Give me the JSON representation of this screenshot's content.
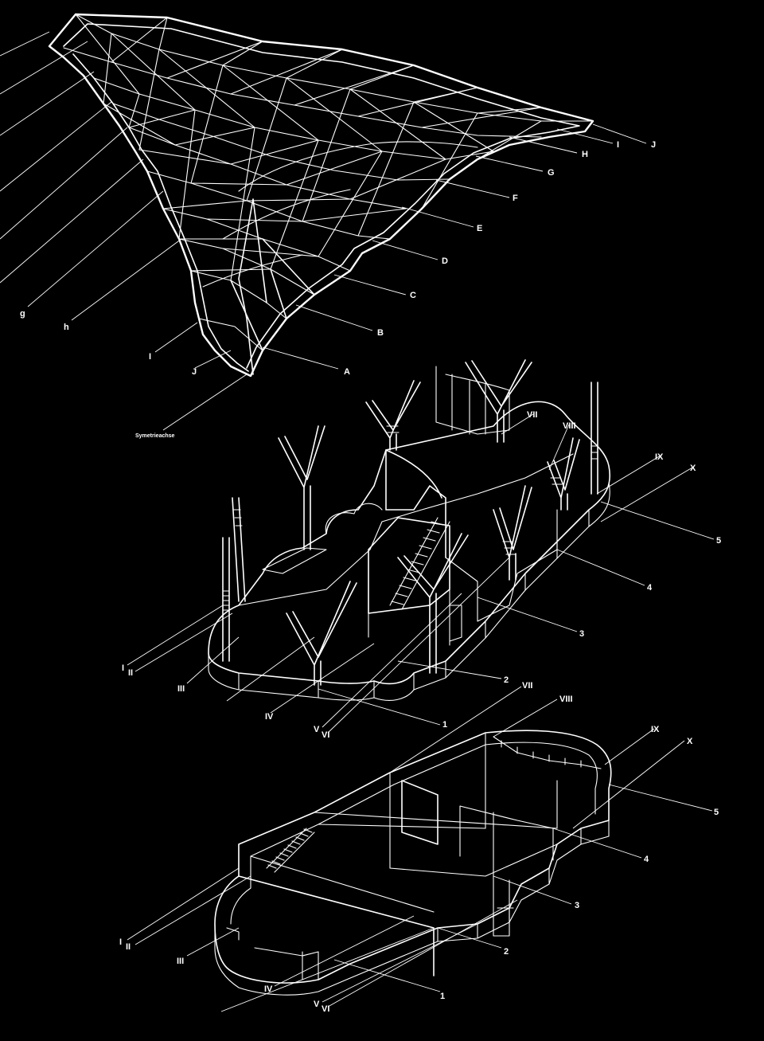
{
  "roof": {
    "grid_labels": [
      "A",
      "B",
      "C",
      "D",
      "E",
      "F",
      "G",
      "H",
      "I",
      "J"
    ],
    "edge_labels": [
      "g",
      "h",
      "I",
      "J"
    ],
    "axis_label": "Symetrieachse"
  },
  "upper_level": {
    "column_labels_left": [
      "I",
      "II",
      "III",
      "IV",
      "V",
      "VI"
    ],
    "column_labels_top": [
      "VII",
      "VIII",
      "IX",
      "X"
    ],
    "section_labels": [
      "1",
      "2",
      "3",
      "4",
      "5"
    ]
  },
  "lower_level": {
    "column_labels_left": [
      "I",
      "II",
      "III",
      "IV",
      "V",
      "VI"
    ],
    "column_labels_top": [
      "VII",
      "VIII",
      "IX",
      "X"
    ],
    "section_labels": [
      "1",
      "2",
      "3",
      "4",
      "5"
    ]
  }
}
